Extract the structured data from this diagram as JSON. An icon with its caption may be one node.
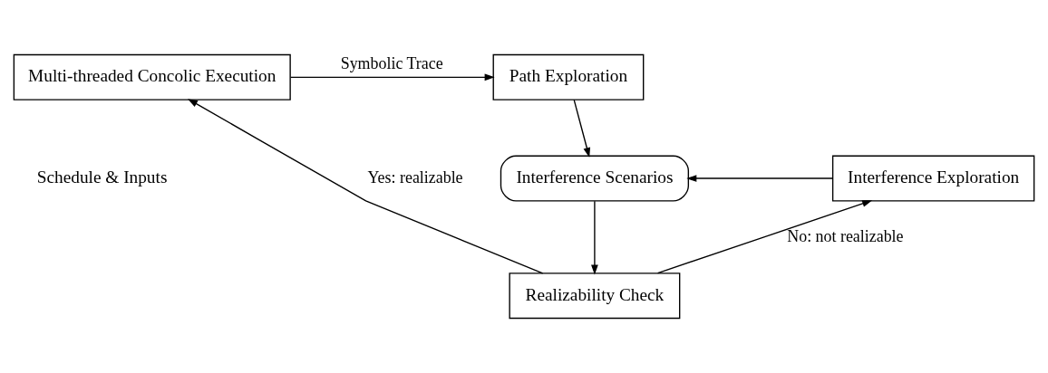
{
  "diagram": {
    "nodes": [
      {
        "text": [
          "Multi-threaded Concolic Execution"
        ]
      },
      {
        "text": [
          "Path Exploration"
        ]
      },
      {
        "text": [
          "Interference Scenarios"
        ]
      },
      {
        "text": [
          "Interference Exploration"
        ]
      },
      {
        "text": [
          "Realizability Check"
        ]
      }
    ],
    "edges": [
      {
        "from": 0,
        "to": 1,
        "arrow": "to",
        "label": "Symbolic Trace"
      },
      {
        "from": 1,
        "to": 2,
        "arrow": "to"
      },
      {
        "from": 3,
        "to": 2,
        "arrow": "to"
      },
      {
        "from": 2,
        "to": 4,
        "arrow": "to"
      },
      {
        "from": 4,
        "to": 0,
        "arrow": "to",
        "label": "Yes: realizable"
      },
      {
        "from": 4,
        "to": 3,
        "arrow": "to",
        "label": "No: not realizable"
      }
    ],
    "labels": [
      "Schedule & Inputs"
    ]
  }
}
